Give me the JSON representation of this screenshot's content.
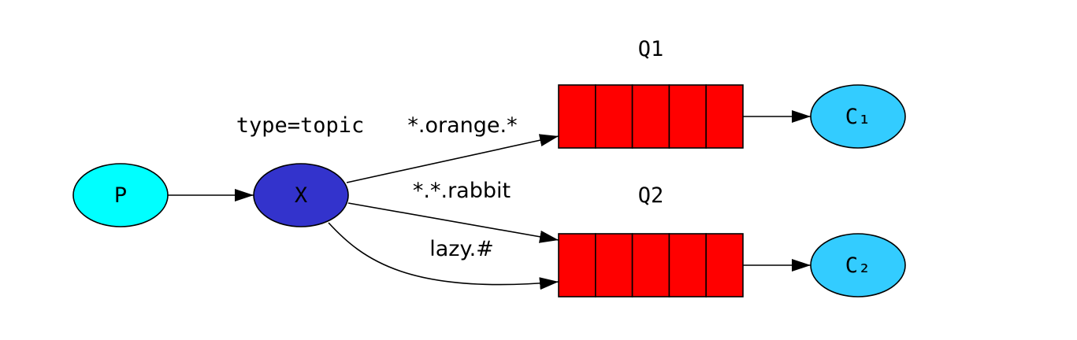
{
  "colors": {
    "producer": "#00ffff",
    "exchange": "#3333cc",
    "queue": "#ff0000",
    "consumer": "#33ccff",
    "stroke": "#000000"
  },
  "nodes": {
    "producer": "P",
    "exchange": "X",
    "exchange_type": "type=topic",
    "queue1": "Q1",
    "queue2": "Q2",
    "consumer1": "C₁",
    "consumer2": "C₂"
  },
  "bindings": {
    "orange": "*.orange.*",
    "rabbit": "*.*.rabbit",
    "lazy": "lazy.#"
  },
  "queue_cells": 5
}
